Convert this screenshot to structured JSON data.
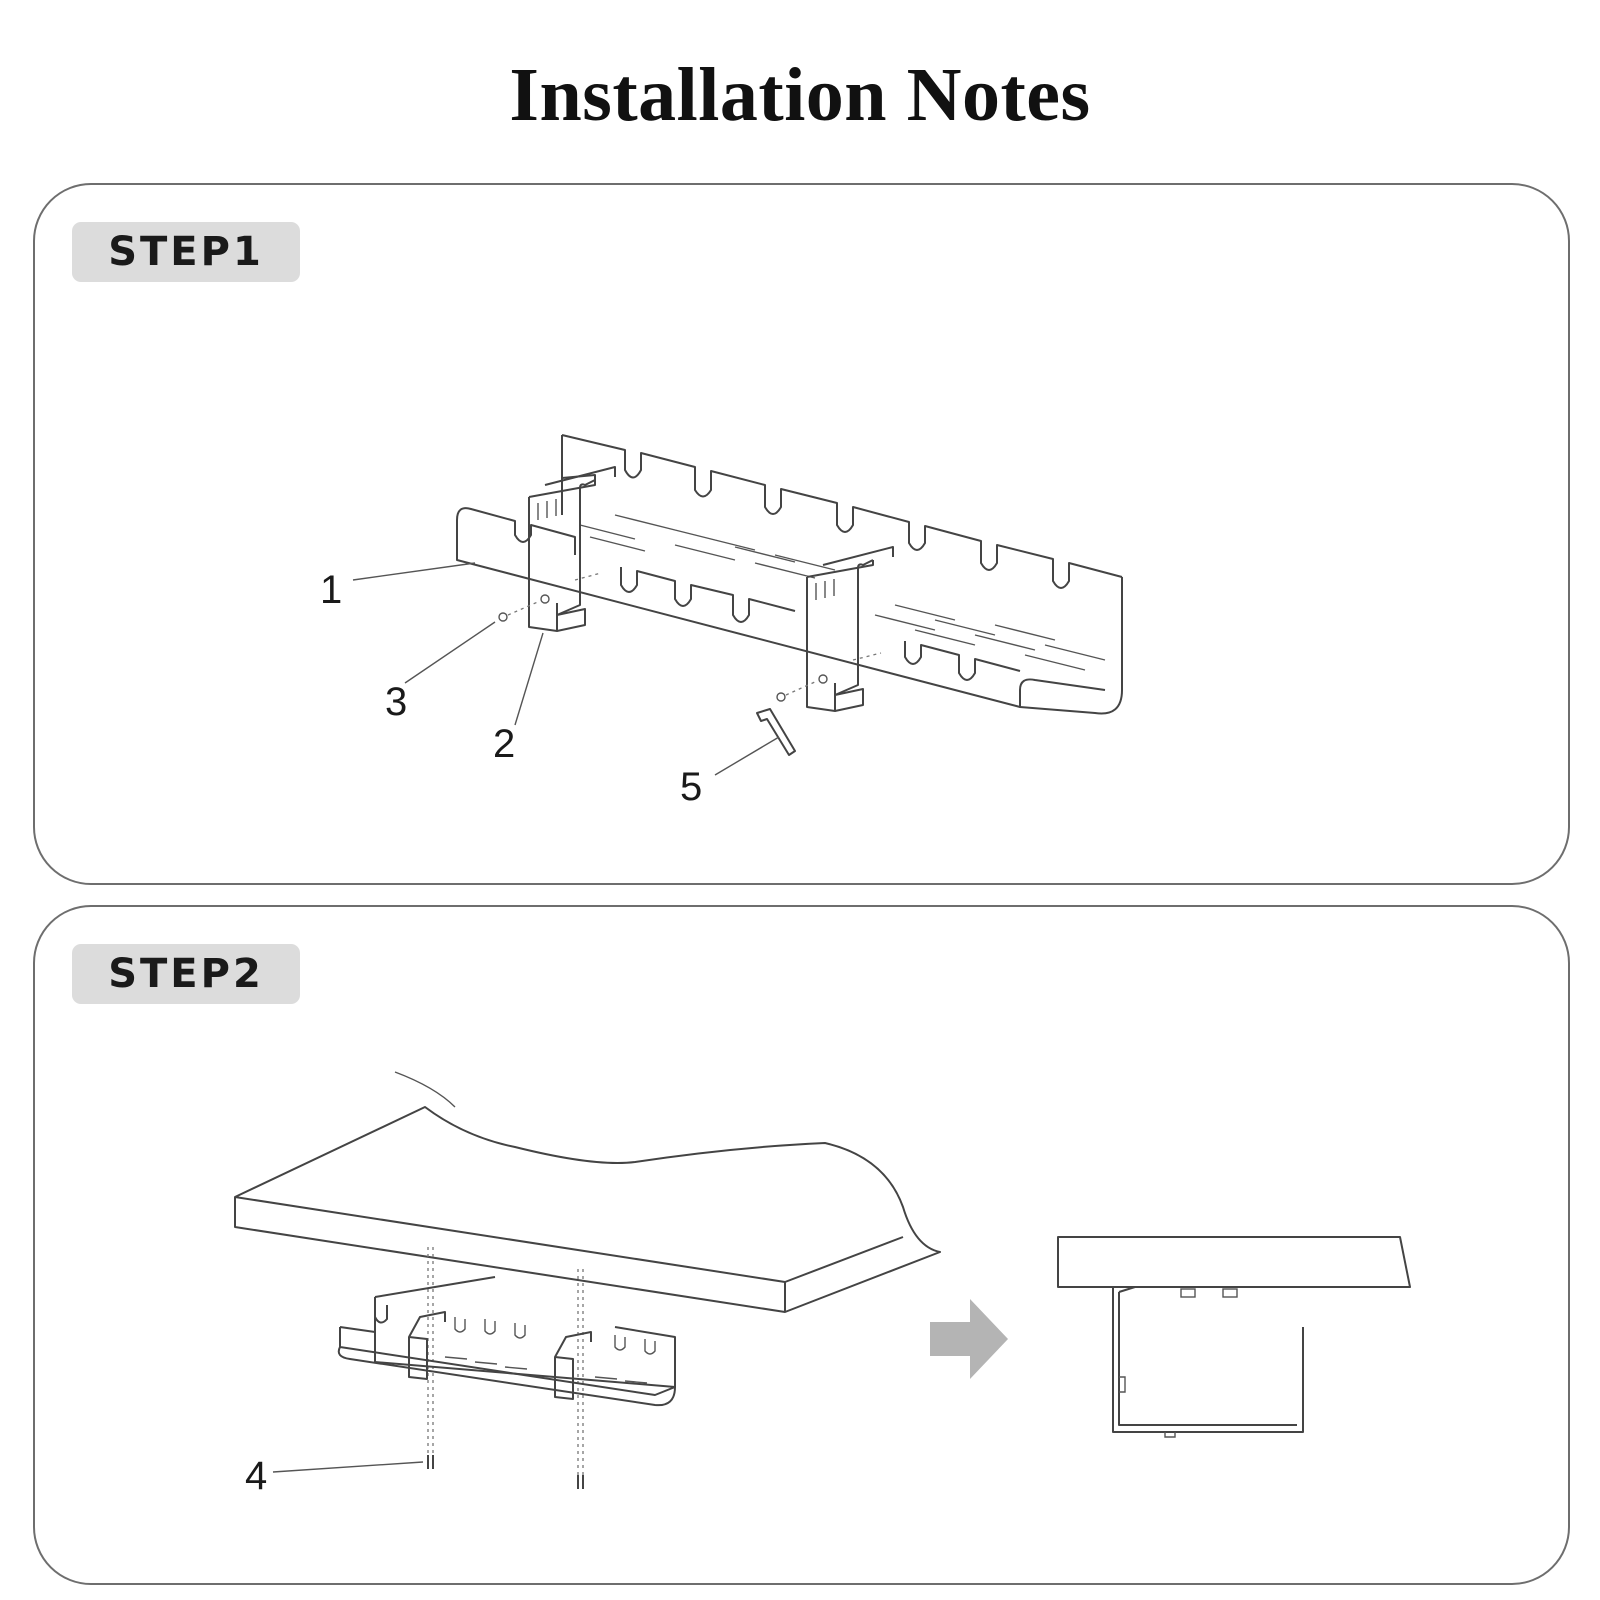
{
  "title": "Installation Notes",
  "steps": [
    {
      "label": "STEP1"
    },
    {
      "label": "STEP2"
    }
  ],
  "callouts": {
    "c1": "1",
    "c2": "2",
    "c3": "3",
    "c4": "4",
    "c5": "5"
  },
  "colors": {
    "arrow": "#b4b4b4",
    "badge": "#dcdcdc",
    "border": "#6e6e6e"
  }
}
